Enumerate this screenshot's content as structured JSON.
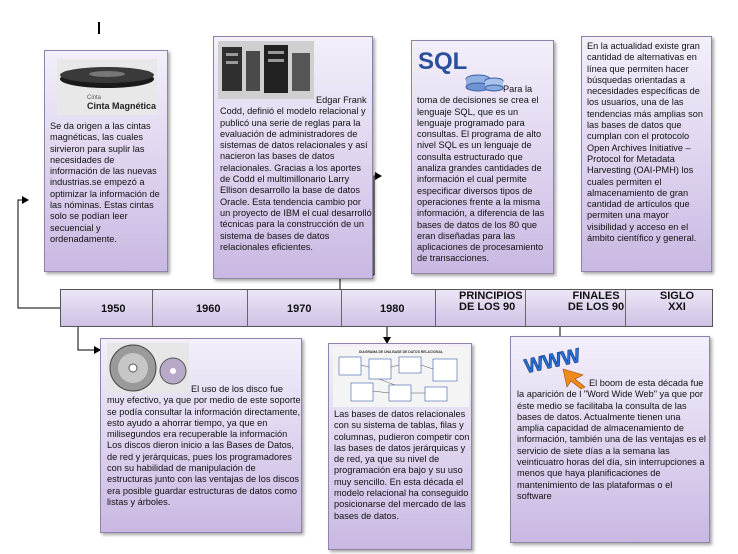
{
  "timeline": {
    "labels": [
      "1950",
      "1960",
      "1970",
      "1980",
      "PRINCIPIOS DE LOS 90",
      "FINALES DE LOS 90",
      "SIGLO XXI"
    ]
  },
  "boxes": {
    "cintas": {
      "image_caption": "Cinta Magnética",
      "text": "Se da origen a las cintas magnéticas, las cuales sirvieron para suplir las necesidades de información de las nuevas industrias.se empezó a optimizar la información de las nóminas. Estas cintas solo se podían leer secuencial y ordenadamente."
    },
    "codd": {
      "text": "Edgar Frank Codd, definió el modelo relacional y publicó una serie de reglas para la evaluación de administradores de sistemas de datos relacionales y así nacieron las bases de datos relacionales. Gracias a los aportes de Codd el multimillonario Larry Ellison desarrollo la base de datos Oracle. Esta tendencia cambio por un proyecto de IBM el cual desarrolló técnicas para la construcción de un sistema de bases de datos relacionales eficientes."
    },
    "sql": {
      "logo": "SQL",
      "text": "Para la toma de decisiones se crea el lenguaje SQL, que es un lenguaje programado para consultas. El programa de alto nivel SQL es un lenguaje de consulta estructurado que analiza grandes cantidades de información el cual permite especificar diversos tipos de operaciones frente a la misma información, a diferencia de las bases de datos de los 80 que eran diseñadas para las aplicaciones de procesamiento de transacciones."
    },
    "siglo": {
      "text": "En la actualidad existe gran cantidad de alternativas en línea que permiten hacer búsquedas orientadas a necesidades específicas de los usuarios, una de las tendencias más amplias son las bases de datos que cumplan con el protocolo Open Archives Initiative – Protocol for Metadata Harvesting (OAI-PMH) los cuales permiten el almacenamiento de gran cantidad de artículos que permiten una mayor visibilidad y acceso en el ámbito científico y general."
    },
    "discos": {
      "text": "El uso de los disco fue muy efectivo, ya que por medio de este soporte se podía consultar la información directamente, esto ayudo a ahorrar tiempo, ya que en milisegundos era recuperable la información Los discos dieron inicio a las Bases de Datos, de red y jerárquicas, pues los programadores con su habilidad de manipulación de estructuras junto con las ventajas de los discos era posible guardar estructuras de datos como listas y árboles."
    },
    "relacionales": {
      "diagram_title": "DIAGRAMA DE UNA BASE DE DATOS RELACIONAL",
      "text": "Las bases de datos relacionales con su sistema de tablas, filas y columnas, pudieron competir con las bases de datos jerárquicas y de red, ya que su nivel de programación era bajo y su uso muy sencillo. En esta década el modelo relacional ha conseguido posicionarse del mercado de las bases de datos."
    },
    "www": {
      "logo": "WWW",
      "text": "El boom de esta década fue la aparición de l \"Word Wide Web\" ya que por éste medio se facilitaba la consulta de las bases de datos. Actualmente tienen una amplia capacidad de almacenamiento de información, también una de las ventajas es el servicio de siete días a la semana las veinticuatro horas del día, sin interrupciones a menos que haya planificaciones de mantenimiento de las plataformas o el software"
    }
  },
  "colors": {
    "box_top": "#f3effa",
    "box_bottom": "#c9b8e2",
    "timeline": "#d8cbec",
    "line": "#000000"
  }
}
